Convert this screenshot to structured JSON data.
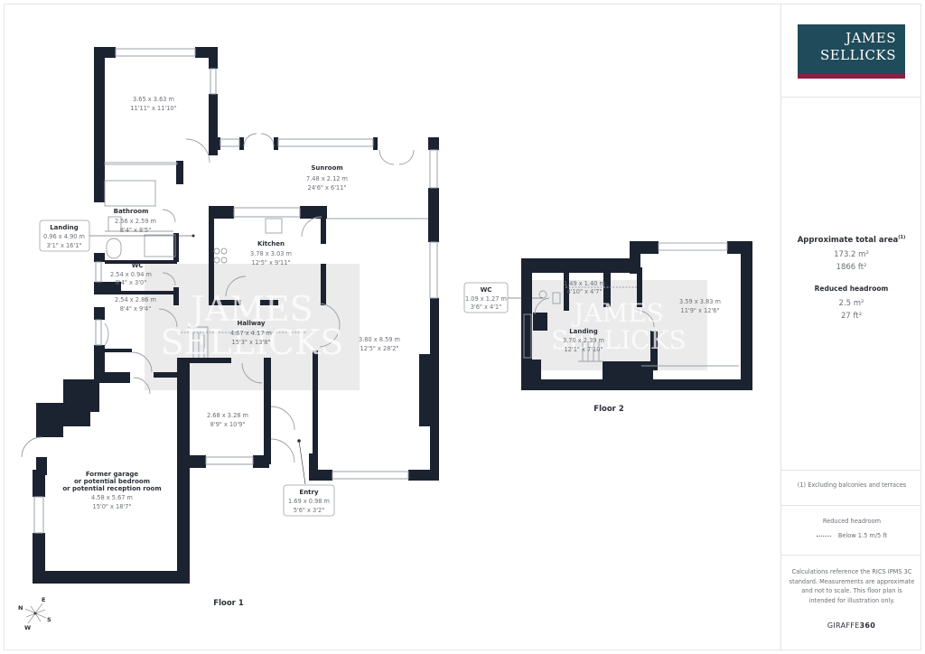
{
  "brand": {
    "logo_line1": "JAMES",
    "logo_line2": "SELLICKS",
    "logo_bg": "#1f4b5a",
    "logo_stripe": "#8b1f3f",
    "watermark_line1": "JAMES",
    "watermark_line2": "SELLICKS"
  },
  "summary": {
    "total_area_title": "Approximate total area",
    "total_area_sup": "(1)",
    "total_area_m2": "173.2 m²",
    "total_area_ft2": "1866 ft²",
    "reduced_title": "Reduced headroom",
    "reduced_m2": "2.5 m²",
    "reduced_ft2": "27 ft²",
    "footnote": "(1) Excluding balconies and terraces",
    "legend_title": "Reduced headroom",
    "legend_item": "Below 1.5 m/5 ft",
    "disclaimer": "Calculations reference the RICS IPMS 3C standard. Measurements are approximate and not to scale. This floor plan is intended for illustration only.",
    "provider_light": "GIRAFFE",
    "provider_bold": "360"
  },
  "floors": [
    {
      "label": "Floor 1",
      "rooms": [
        {
          "name": "",
          "metric": "3.65 x 3.63 m",
          "imperial": "11'11\" x 11'10\""
        },
        {
          "name": "Sunroom",
          "metric": "7.48 x 2.12 m",
          "imperial": "24'6\" x 6'11\""
        },
        {
          "name": "Bathroom",
          "metric": "2.56 x 2.59 m",
          "imperial": "8'4\" x 8'5\""
        },
        {
          "name": "Landing",
          "metric": "0.96 x 4.90 m",
          "imperial": "3'1\" x 16'1\""
        },
        {
          "name": "Kitchen",
          "metric": "3.78 x 3.03 m",
          "imperial": "12'5\" x 9'11\""
        },
        {
          "name": "WC",
          "metric": "2.54 x 0.94 m",
          "imperial": "8'4\" x 3'0\""
        },
        {
          "name": "",
          "metric": "2.54 x 2.86 m",
          "imperial": "8'4\" x 9'4\""
        },
        {
          "name": "Hallway",
          "metric": "4.67 x 4.17 m",
          "imperial": "15'3\" x 13'8\""
        },
        {
          "name": "",
          "metric": "3.80 x 8.59 m",
          "imperial": "12'5\" x 28'2\""
        },
        {
          "name": "",
          "metric": "2.68 x 3.28 m",
          "imperial": "8'9\" x 10'9\""
        },
        {
          "name": "Entry",
          "metric": "1.69 x 0.98 m",
          "imperial": "5'6\" x 3'2\""
        },
        {
          "name_lines": [
            "Former garage",
            "or potential bedroom",
            "or potential reception room"
          ],
          "metric": "4.58 x 5.67 m",
          "imperial": "15'0\" x 18'7\""
        }
      ]
    },
    {
      "label": "Floor 2",
      "rooms": [
        {
          "name": "WC",
          "metric": "1.09 x 1.27 m",
          "imperial": "3'6\" x 4'1\""
        },
        {
          "name": "",
          "metric": "1.49 x 1.40 m",
          "imperial": "4'10\" x 4'7\""
        },
        {
          "name": "Landing",
          "metric": "3.70 x 2.39 m",
          "imperial": "12'1\" x 7'10\""
        },
        {
          "name": "",
          "metric": "3.59 x 3.83 m",
          "imperial": "11'9\" x 12'6\""
        }
      ]
    }
  ],
  "compass": {
    "n": "N",
    "e": "E",
    "s": "S",
    "w": "W"
  }
}
